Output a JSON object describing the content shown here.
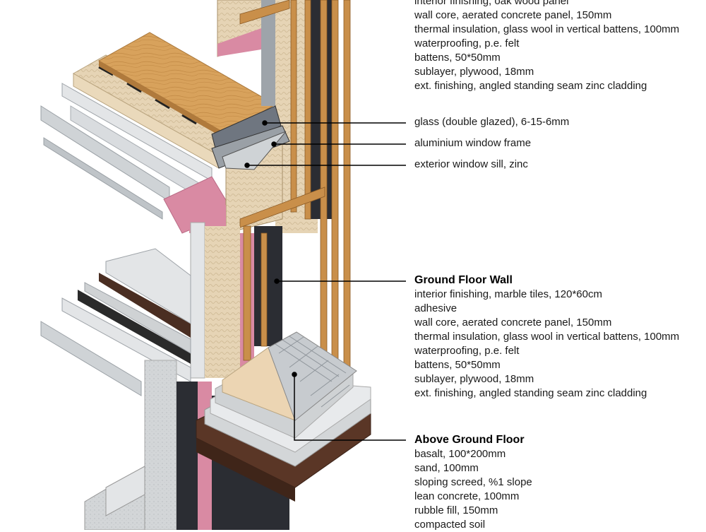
{
  "upper_wall_layers": [
    "interior finishing, oak wood panel",
    "wall core, aerated concrete panel, 150mm",
    "thermal insulation, glass wool in vertical battens, 100mm",
    "waterproofing, p.e. felt",
    "battens, 50*50mm",
    "sublayer, plywood, 18mm",
    "ext. finishing, angled standing seam zinc cladding"
  ],
  "window_labels": {
    "glass": "glass (double glazed), 6-15-6mm",
    "frame": "aluminium window frame",
    "sill": "exterior window sill, zinc"
  },
  "ground_floor_wall": {
    "heading": "Ground Floor Wall",
    "layers": [
      "interior finishing, marble tiles, 120*60cm",
      "adhesive",
      "wall core, aerated concrete panel, 150mm",
      "thermal insulation, glass wool in vertical battens, 100mm",
      "waterproofing, p.e. felt",
      "battens, 50*50mm",
      "sublayer, plywood, 18mm",
      "ext. finishing, angled standing seam zinc cladding"
    ]
  },
  "above_ground_floor": {
    "heading": "Above Ground Floor",
    "layers": [
      "basalt, 100*200mm",
      "sand, 100mm",
      "sloping screed, %1 slope",
      "lean concrete, 100mm",
      "rubble fill, 150mm",
      "compacted soil"
    ]
  },
  "colors": {
    "wood": "#c98f4a",
    "oak_panel": "#d9a35e",
    "insulation": "#e8d6b8",
    "waterproofing": "#d98aa3",
    "concrete": "#cfd2d4",
    "zinc": "#8e9399",
    "dark_cladding": "#2b2d33",
    "soil": "#4a2e22"
  }
}
